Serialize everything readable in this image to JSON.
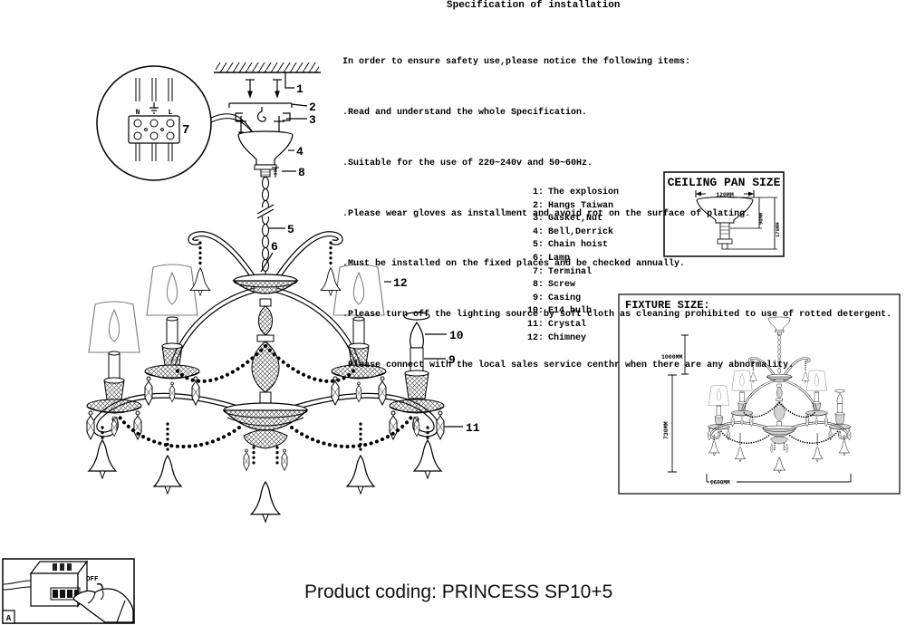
{
  "title": "Specification of installation",
  "spec": {
    "intro": "In order to ensure safety use,please notice the following items:",
    "items": [
      ".Read and understand the whole Specification.",
      ".Suitable for the use of 220~240v and 50~60Hz.",
      ".Please wear gloves as installment and avoid rot on the surface of plating.",
      ".Must be installed on the fixed places and be checked annually.",
      ".Please turn off the lighting source by soft cloth as cleaning prohibited to use of rotted detergent.",
      ".Please connect with the local sales service centhr when there are any abnormality."
    ]
  },
  "parts": [
    {
      "n": "1:",
      "label": "The explosion"
    },
    {
      "n": "2:",
      "label": "Hangs Taiwan"
    },
    {
      "n": "3:",
      "label": "Gasket,Nut"
    },
    {
      "n": "4:",
      "label": "Bell,Derrick"
    },
    {
      "n": "5:",
      "label": "Chain hoist"
    },
    {
      "n": "6:",
      "label": "Lamp"
    },
    {
      "n": "7:",
      "label": "Terminal"
    },
    {
      "n": "8:",
      "label": "Screw"
    },
    {
      "n": "9:",
      "label": "Casing"
    },
    {
      "n": "10:",
      "label": "E14 bulb"
    },
    {
      "n": "11:",
      "label": "Crystal"
    },
    {
      "n": "12:",
      "label": "Chimney"
    }
  ],
  "callouts": {
    "c1": "1",
    "c2": "2",
    "c3": "3",
    "c4": "4",
    "c5": "5",
    "c6": "6",
    "c7": "7",
    "c8": "8",
    "c9": "9",
    "c10": "10",
    "c11": "11",
    "c12": "12"
  },
  "terminal": {
    "left": "N",
    "right": "L"
  },
  "ceiling_pan": {
    "title": "CEILING PAN SIZE",
    "dim_width": "120MM",
    "dim_inner": "90MM",
    "dim_outer": "170MM"
  },
  "fixture_size": {
    "title": "FIXTURE SIZE:",
    "dim_chain": "1000MM",
    "dim_body": "730MM",
    "dim_diameter": "Φ600MM"
  },
  "switch_box": {
    "off": "OFF",
    "corner": "A"
  },
  "product_coding": "Product coding: PRINCESS SP10+5"
}
